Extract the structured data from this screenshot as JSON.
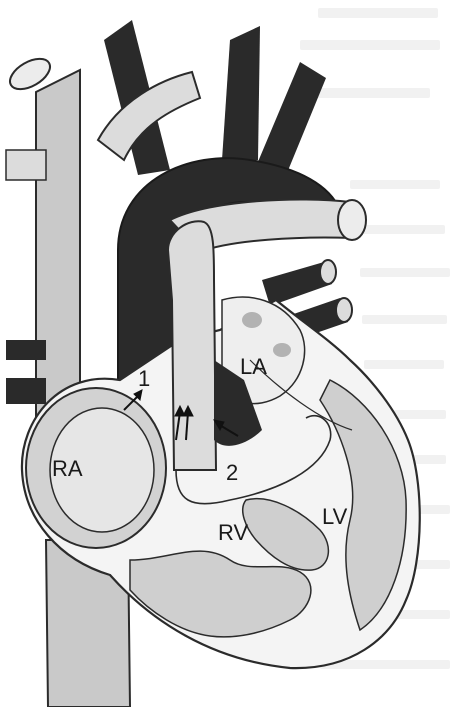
{
  "labels": {
    "ra": "RA",
    "la": "LA",
    "rv": "RV",
    "lv": "LV",
    "marker1": "1",
    "marker2": "2"
  },
  "colors": {
    "page": "#ffffff",
    "background_text": "#e9e9e9",
    "vessel_grey": "#c9c9c9",
    "vessel_light": "#dcdcdc",
    "tissue_light": "#f4f4f4",
    "dark_vessel": "#2a2a2a",
    "outline": "#2b2b2b"
  }
}
